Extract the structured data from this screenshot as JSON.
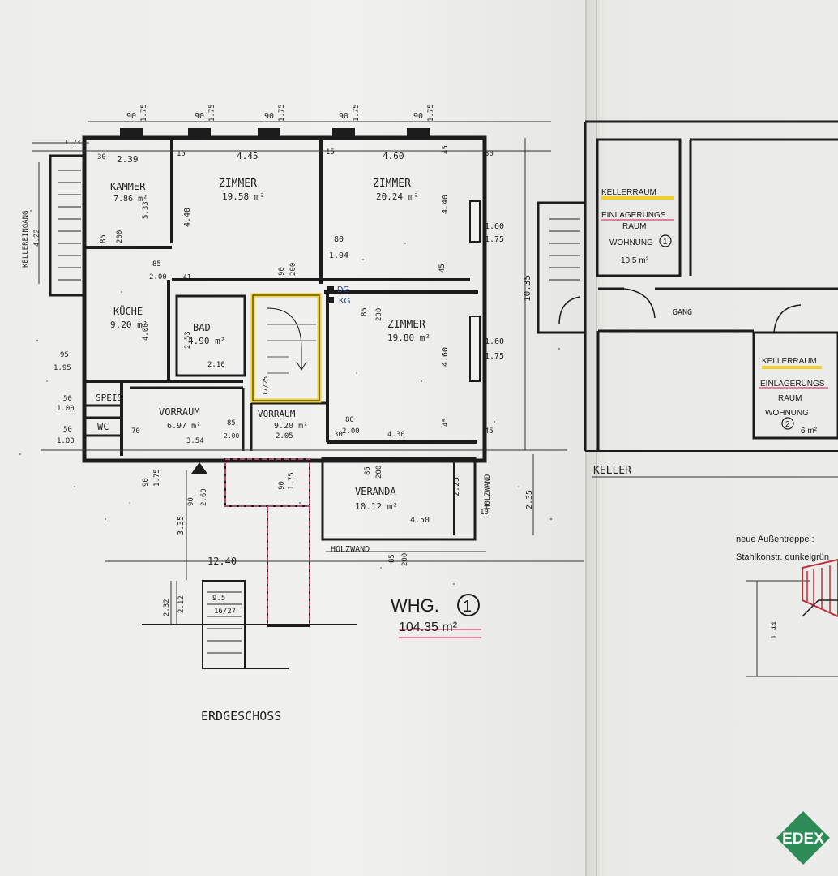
{
  "ground_floor": {
    "title": "ERDGESCHOSS",
    "apartment_label": "WHG.",
    "apartment_number": "1",
    "apartment_area": "104.35 m²",
    "entrance_label": "KELLEREINGANG",
    "rooms": {
      "kammer": {
        "name": "KAMMER",
        "area": "7.86 m²"
      },
      "zimmer_1": {
        "name": "ZIMMER",
        "area": "19.58 m²"
      },
      "zimmer_2": {
        "name": "ZIMMER",
        "area": "20.24 m²"
      },
      "kueche": {
        "name": "KÜCHE",
        "area": "9.20 m²"
      },
      "bad": {
        "name": "BAD",
        "area": "4.90 m²"
      },
      "zimmer_3": {
        "name": "ZIMMER",
        "area": "19.80 m²"
      },
      "speis": {
        "name": "SPEIS"
      },
      "wc": {
        "name": "WC"
      },
      "vorraum_1": {
        "name": "VORRAUM",
        "area": "6.97 m²"
      },
      "vorraum_2": {
        "name": "VORRAUM",
        "area": "9.20 m²"
      },
      "veranda": {
        "name": "VERANDA",
        "area": "10.12 m²"
      }
    },
    "markers": {
      "dg": "DG",
      "kg": "KG"
    },
    "wall_labels": {
      "holzwand_bottom": "HOLZWAND",
      "holzwand_side": "HOLZWAND"
    },
    "dimensions": {
      "top_90": "90",
      "top_175": "1.75",
      "d_2_39": "2.39",
      "d_4_45": "4.45",
      "d_4_60": "4.60",
      "d_30": "30",
      "d_15": "15",
      "d_45": "45",
      "d_1_23": "1.23",
      "d_4_22": "4.22",
      "d_5_33": "5.33",
      "d_4_40": "4.40",
      "d_4_40_b": "4.40",
      "d_85": "85",
      "d_200": "200",
      "d_2_00": "2.00",
      "d_80": "80",
      "d_1_94": "1.94",
      "d_1_60": "1.60",
      "d_10_35": "10.35",
      "d_41": "41",
      "d_95": "95",
      "d_1_95": "1.95",
      "d_50": "50",
      "d_1_00": "1.00",
      "d_4_00": "4.00",
      "d_2_53": "2.53",
      "d_2_10": "2.10",
      "d_4_60_b": "4.60",
      "d_4_30": "4.30",
      "d_2_05": "2.05",
      "d_70": "70",
      "d_3_54": "3.54",
      "d_3_35": "3.35",
      "d_2_60": "2.60",
      "d_12_40": "12.40",
      "d_2_25": "2.25",
      "d_2_35": "2.35",
      "d_4_50": "4.50",
      "d_10": "10",
      "d_2_32": "2.32",
      "d_2_12": "2.12",
      "d_95_stair": "9.5",
      "d_16_27": "16/27",
      "d_stairs_steps": "17/25"
    }
  },
  "basement": {
    "title": "KELLER",
    "corridor": "GANG",
    "room_1": {
      "label": "KELLERRAUM",
      "desc_line1": "EINLAGERUNGS",
      "desc_line2": "RAUM",
      "owner": "WOHNUNG",
      "owner_number": "1",
      "area": "10,5 m²"
    },
    "room_2": {
      "label": "KELLERRAUM",
      "desc_line1": "EINLAGERUNGS",
      "desc_line2": "RAUM",
      "owner": "WOHNUNG",
      "owner_number": "2",
      "area": "6 m²"
    },
    "note_line1": "neue Außentreppe :",
    "note_line2": "Stahlkonstr. dunkelgrün",
    "d_1_44": "1.44"
  },
  "branding": {
    "logo_text": "EDEX",
    "logo_color": "#2e8b57"
  },
  "colors": {
    "highlight_yellow": "#f0d030",
    "highlight_pink": "#e25a8a",
    "ink": "#1c1c1c"
  }
}
